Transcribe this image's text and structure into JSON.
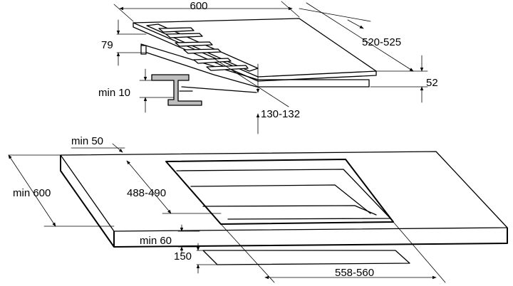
{
  "dimensions": {
    "hob_width": "600",
    "hob_depth": "520-525",
    "hob_height_right": "52",
    "hob_height_left": "79",
    "min_gap_below": "min 10",
    "cutout_clearance": "130-132",
    "min_front_edge": "min 50",
    "worktop_depth": "min 600",
    "cutout_depth": "488-490",
    "min_rear_clearance": "min 60",
    "under_clearance": "150",
    "cutout_width": "558-560"
  }
}
